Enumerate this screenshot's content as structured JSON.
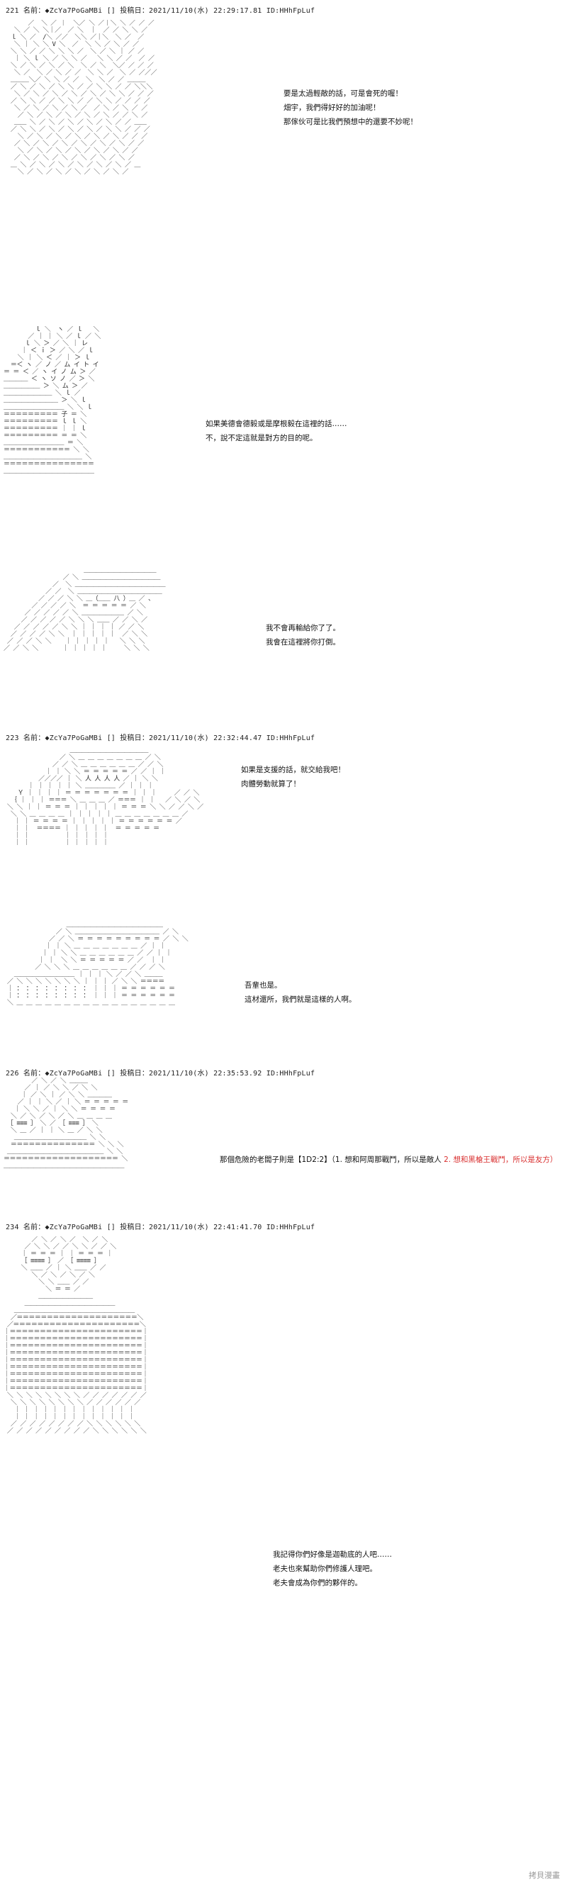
{
  "posts": [
    {
      "header": "221 名前：◆ZcYa7PoGaMBi [] 投稿日：2021/11/10(水) 22:29:17.81 ID:HHhFpLuf",
      "panels": [
        {
          "lines": [
            "要是太過輕敵的話，可是會死的喔！",
            "畑宇，我們得好好的加油呢！",
            "那傢伙可是比我們預想中的還要不妙呢！"
          ]
        },
        {
          "lines": [
            "如果美德會德毅或是摩根毅在這裡的話……",
            "不，說不定這就是對方的目的呢。"
          ]
        },
        {
          "lines": [
            "我不會再輸給你了了。",
            "我會在這裡將你打倒。"
          ]
        }
      ]
    },
    {
      "header": "223 名前：◆ZcYa7PoGaMBi [] 投稿日：2021/11/10(水) 22:32:44.47 ID:HHhFpLuf",
      "panels": [
        {
          "lines": [
            "如果是支援的話，就交給我吧！",
            "肉體勞動就算了！"
          ]
        },
        {
          "lines": [
            "吾輩也是。",
            "這材還所，我們就是這樣的人啊。"
          ]
        }
      ]
    },
    {
      "header": "226 名前：◆ZcYa7PoGaMBi [] 投稿日：2021/11/10(水) 22:35:53.92 ID:HHhFpLuf",
      "panels": [
        {
          "prefix": "那個危險的老闆子則是【1D2:2】（1. 想和阿周那戰鬥，所以是敵人",
          "option2": "2. 想和黑槍王戰鬥，所以是友方）"
        }
      ]
    },
    {
      "header": "234 名前：◆ZcYa7PoGaMBi [] 投稿日：2021/11/10(水) 22:41:41.70 ID:HHhFpLuf",
      "panels": [
        {
          "lines": [
            "我記得你們好像是迦勒底的人吧……",
            "老夫也來幫助你們修護人理吧。",
            "老夫會成為你們的夥伴的。"
          ]
        }
      ]
    }
  ],
  "watermark": "拷貝漫畫"
}
